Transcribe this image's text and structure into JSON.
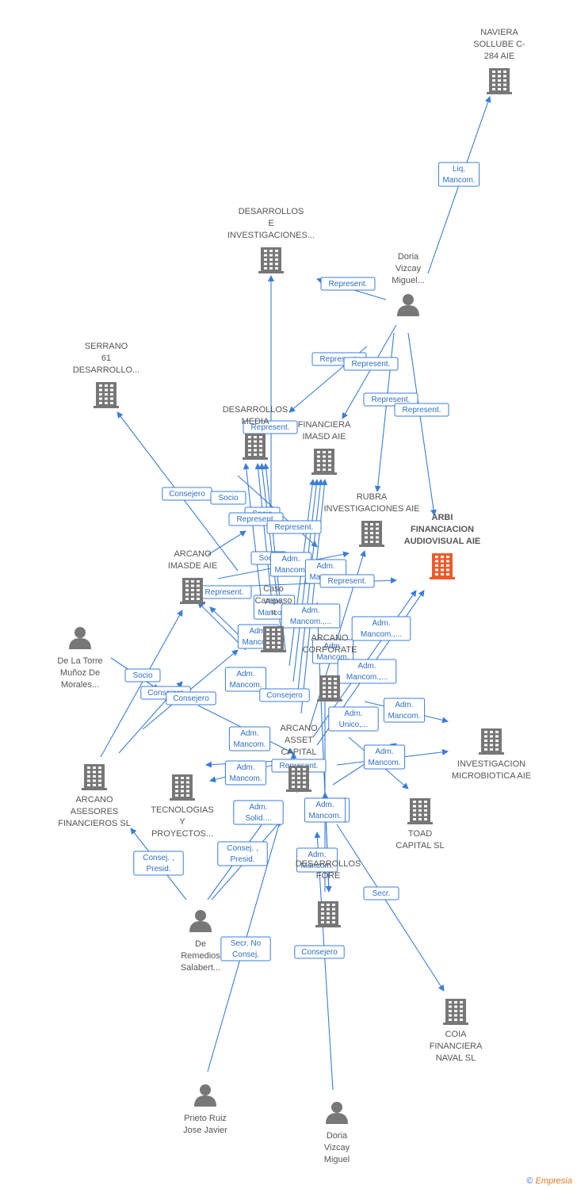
{
  "nodes": [
    {
      "id": "naviera",
      "type": "company",
      "lines": [
        "NAVIERA",
        "SOLLUBE C-",
        "284 AIE"
      ]
    },
    {
      "id": "desinv",
      "type": "company",
      "lines": [
        "DESARROLLOS",
        "E",
        "INVESTIGACIONES..."
      ]
    },
    {
      "id": "doria1",
      "type": "person",
      "lines": [
        "Doria",
        "Vizcay",
        "Miguel..."
      ]
    },
    {
      "id": "serrano",
      "type": "company",
      "lines": [
        "SERRANO",
        "61",
        "DESARROLLO..."
      ]
    },
    {
      "id": "desmed",
      "type": "company",
      "lines": [
        "DESARROLLOS",
        "MEDIA"
      ]
    },
    {
      "id": "finimasd",
      "type": "company",
      "lines": [
        "FINANCIERA",
        "IMASD AIE"
      ]
    },
    {
      "id": "rubra",
      "type": "company",
      "lines": [
        "RUBRA",
        "INVESTIGACIONES AIE"
      ]
    },
    {
      "id": "arbi",
      "type": "company",
      "main": true,
      "lines": [
        "ARBI",
        "FINANCIACION",
        "AUDIOVISUAL AIE"
      ]
    },
    {
      "id": "arcimasd",
      "type": "company",
      "lines": [
        "ARCANO",
        "IMASDE AIE"
      ]
    },
    {
      "id": "delatorre",
      "type": "person",
      "lines": [
        "De La Torre",
        "Muñoz De",
        "Morales..."
      ]
    },
    {
      "id": "cipaso",
      "type": "company",
      "lines": [
        "Caso",
        "Campaso",
        "n"
      ]
    },
    {
      "id": "arccorp",
      "type": "company",
      "lines": [
        "ARCANO",
        "CORPORATE"
      ]
    },
    {
      "id": "invmicro",
      "type": "company",
      "lines": [
        "INVESTIGACION",
        "MICROBIOTICA AIE"
      ]
    },
    {
      "id": "arcasesores",
      "type": "company",
      "lines": [
        "ARCANO",
        "ASESORES",
        "FINANCIEROS SL"
      ]
    },
    {
      "id": "tecnologias",
      "type": "company",
      "lines": [
        "TECNOLOGIAS",
        "Y",
        "PROYECTOS..."
      ]
    },
    {
      "id": "arccapital",
      "type": "company",
      "lines": [
        "ARCANO",
        "ASSET",
        "CAPITAL"
      ]
    },
    {
      "id": "toad",
      "type": "company",
      "lines": [
        "TOAD",
        "CAPITAL  SL"
      ]
    },
    {
      "id": "deremedios",
      "type": "person",
      "lines": [
        "De",
        "Remedios",
        "Salabert..."
      ]
    },
    {
      "id": "desarrollos2",
      "type": "company",
      "lines": [
        "DESARROLLOS",
        "FORE"
      ]
    },
    {
      "id": "coia",
      "type": "company",
      "lines": [
        "COIA",
        "FINANCIERA",
        "NAVAL  SL"
      ]
    },
    {
      "id": "prieto",
      "type": "person",
      "lines": [
        "Prieto Ruiz",
        "Jose Javier"
      ]
    },
    {
      "id": "doria2",
      "type": "person",
      "lines": [
        "Doria",
        "Vizcay",
        "Miguel"
      ]
    }
  ],
  "tags": [
    {
      "lines": [
        "Liq.",
        "Mancom."
      ]
    },
    {
      "lines": [
        "Represent."
      ]
    },
    {
      "lines": [
        "Represent."
      ]
    },
    {
      "lines": [
        "Represent."
      ]
    },
    {
      "lines": [
        "Represent."
      ]
    },
    {
      "lines": [
        "Represent."
      ]
    },
    {
      "lines": [
        "Represent."
      ]
    },
    {
      "lines": [
        "Consejero"
      ]
    },
    {
      "lines": [
        "Socio"
      ]
    },
    {
      "lines": [
        "Socio"
      ]
    },
    {
      "lines": [
        "Represent."
      ]
    },
    {
      "lines": [
        "Represent."
      ]
    },
    {
      "lines": [
        "Socio"
      ]
    },
    {
      "lines": [
        "Adm.",
        "Mancom."
      ]
    },
    {
      "lines": [
        "Adm.",
        "Mancom."
      ]
    },
    {
      "lines": [
        "Represent."
      ]
    },
    {
      "lines": [
        "Represent."
      ]
    },
    {
      "lines": [
        "Adm.",
        "Mancom."
      ]
    },
    {
      "lines": [
        "Adm.",
        "Mancom.,..."
      ]
    },
    {
      "lines": [
        "Adm.",
        "Mancom."
      ]
    },
    {
      "lines": [
        "Adm.",
        "Mancom.,..."
      ]
    },
    {
      "lines": [
        "Adm.",
        "Mancom."
      ]
    },
    {
      "lines": [
        "Adm.",
        "Mancom."
      ]
    },
    {
      "lines": [
        "Adm.",
        "Mancom.,..."
      ]
    },
    {
      "lines": [
        "Socio"
      ]
    },
    {
      "lines": [
        "Consejero"
      ]
    },
    {
      "lines": [
        "Consejero"
      ]
    },
    {
      "lines": [
        "Adm.",
        "Mancom."
      ]
    },
    {
      "lines": [
        "Consejero"
      ]
    },
    {
      "lines": [
        "Adm.",
        "Unico,..."
      ]
    },
    {
      "lines": [
        "Adm.",
        "Mancom."
      ]
    },
    {
      "lines": [
        "Adm.",
        "Mancom."
      ]
    },
    {
      "lines": [
        "Adm.",
        "Mancom."
      ]
    },
    {
      "lines": [
        "Represent."
      ]
    },
    {
      "lines": [
        "Adm.",
        "Mancom."
      ]
    },
    {
      "lines": [
        "Adm.",
        "Solid...."
      ]
    },
    {
      "lines": [
        "Adm.",
        "Mancom."
      ]
    },
    {
      "lines": [
        "Consej. ,",
        "Presid."
      ]
    },
    {
      "lines": [
        "Consej. ,",
        "Presid."
      ]
    },
    {
      "lines": [
        "Adm.",
        "Mancom."
      ]
    },
    {
      "lines": [
        "Secr."
      ]
    },
    {
      "lines": [
        "Secr.  No",
        "Consej."
      ]
    },
    {
      "lines": [
        "Consejero"
      ]
    }
  ],
  "colors": {
    "edge": "#3b7dd8",
    "tag_text": "#2f6fc9",
    "node_icon": "#777777",
    "main_icon": "#f05a28",
    "label": "#555555"
  },
  "footer": {
    "symbol": "©",
    "brand": "Empresia"
  }
}
